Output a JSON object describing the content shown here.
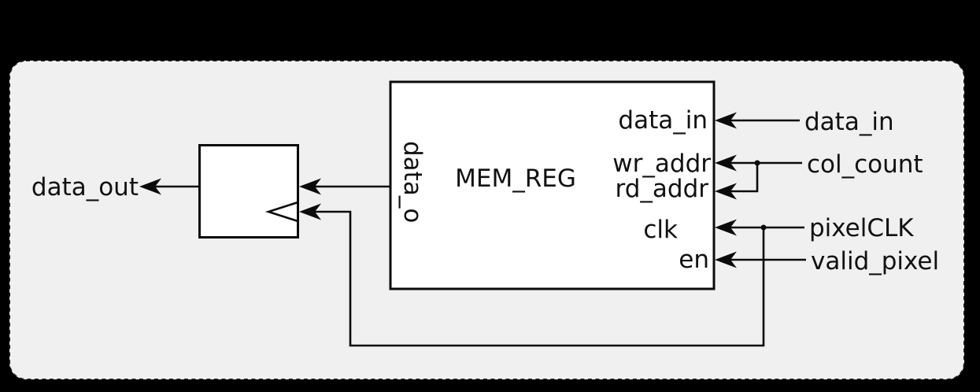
{
  "colors": {
    "canvas_background": "#000000",
    "panel_fill": "#f0f0f0",
    "panel_border": "#161616",
    "block_fill": "#ffffff",
    "line_color": "#0b0b0b"
  },
  "mem_reg": {
    "title": "MEM_REG",
    "ports": {
      "data_in": "data_in",
      "wr_addr": "wr_addr",
      "rd_addr": "rd_addr",
      "clk": "clk",
      "en": "en",
      "data_o": "data_o"
    }
  },
  "signals": {
    "data_out": "data_out",
    "data_in": "data_in",
    "col_count": "col_count",
    "pixel_clk": "pixelCLK",
    "valid_pixel": "valid_pixel"
  }
}
